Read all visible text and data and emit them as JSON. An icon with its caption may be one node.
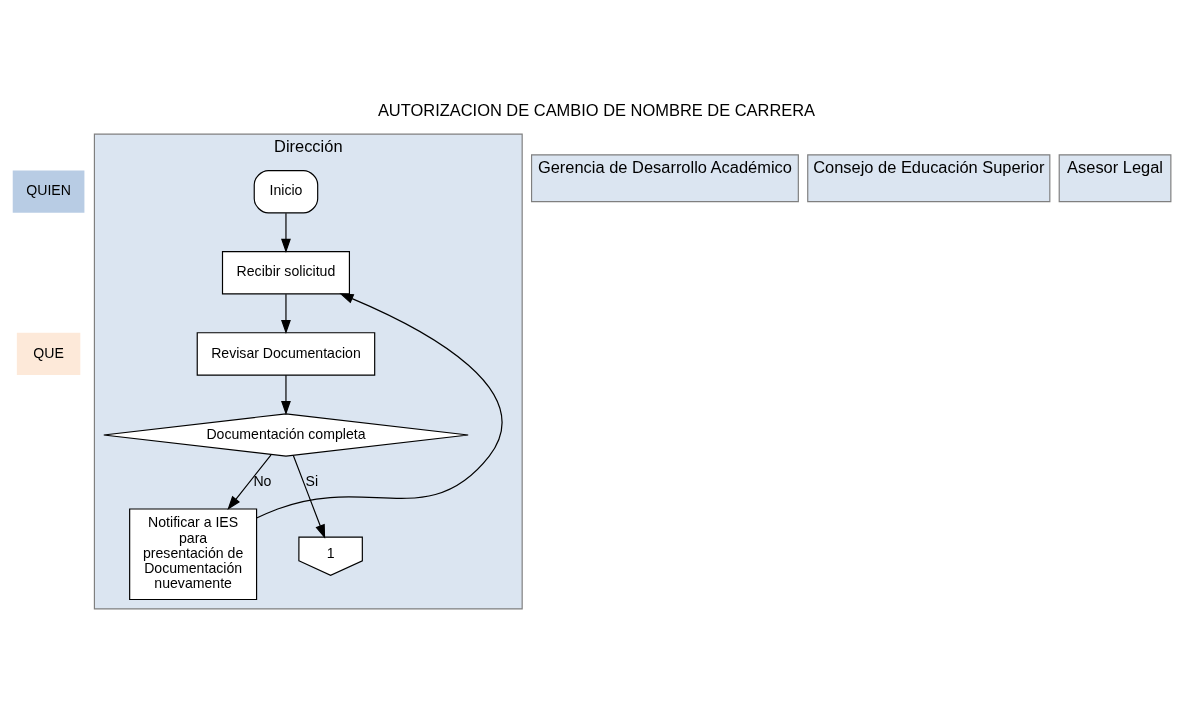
{
  "diagram": {
    "title": "AUTORIZACION DE CAMBIO DE NOMBRE DE CARRERA",
    "nodes": [
      {
        "text": [
          "Dirección"
        ]
      },
      {
        "text": [
          "Gerencia de Desarrollo Académico"
        ]
      },
      {
        "text": [
          "Consejo de Educación Superior"
        ]
      },
      {
        "text": [
          "Asesor Legal"
        ]
      },
      {
        "text": [
          "Inicio"
        ],
        "in": 0
      },
      {
        "text": [
          "Recibir solicitud"
        ],
        "in": 0
      },
      {
        "text": [
          "Revisar Documentacion"
        ],
        "in": 0
      },
      {
        "text": [
          "Notificar a IES para presentación de Documentación nuevamente"
        ],
        "in": 0
      },
      {
        "text": [
          "Documentación completa"
        ],
        "in": 0
      },
      {
        "text": [
          "1"
        ],
        "in": 0
      }
    ],
    "edges": [
      {
        "from": 4,
        "to": 5,
        "arrow": "to"
      },
      {
        "from": 5,
        "to": 6,
        "arrow": "to"
      },
      {
        "from": 6,
        "to": 8,
        "arrow": "to"
      },
      {
        "from": 8,
        "to": 7,
        "arrow": "to",
        "label": "No"
      },
      {
        "from": 7,
        "to": 5,
        "arrow": "to"
      },
      {
        "from": 8,
        "to": 9,
        "arrow": "to",
        "label": "Si"
      }
    ],
    "labels": [
      "QUIEN",
      "QUE"
    ]
  }
}
